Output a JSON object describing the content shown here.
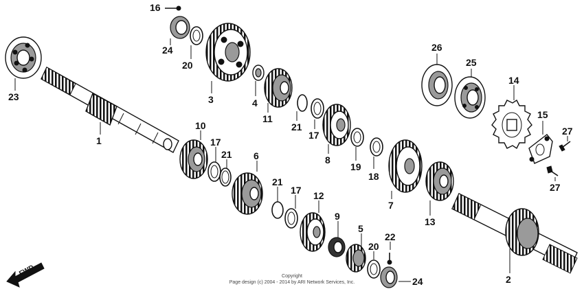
{
  "diagram": {
    "labels": [
      "1",
      "2",
      "3",
      "4",
      "5",
      "6",
      "7",
      "8",
      "9",
      "10",
      "11",
      "12",
      "13",
      "14",
      "15",
      "16",
      "17",
      "17",
      "17",
      "18",
      "19",
      "20",
      "20",
      "21",
      "21",
      "21",
      "22",
      "23",
      "24",
      "24",
      "25",
      "26",
      "27",
      "27"
    ],
    "direction_label": "FWD",
    "copyright_line1": "Copyright",
    "copyright_line2": "Page design (c) 2004 - 2014 by ARI Network Services, Inc."
  }
}
